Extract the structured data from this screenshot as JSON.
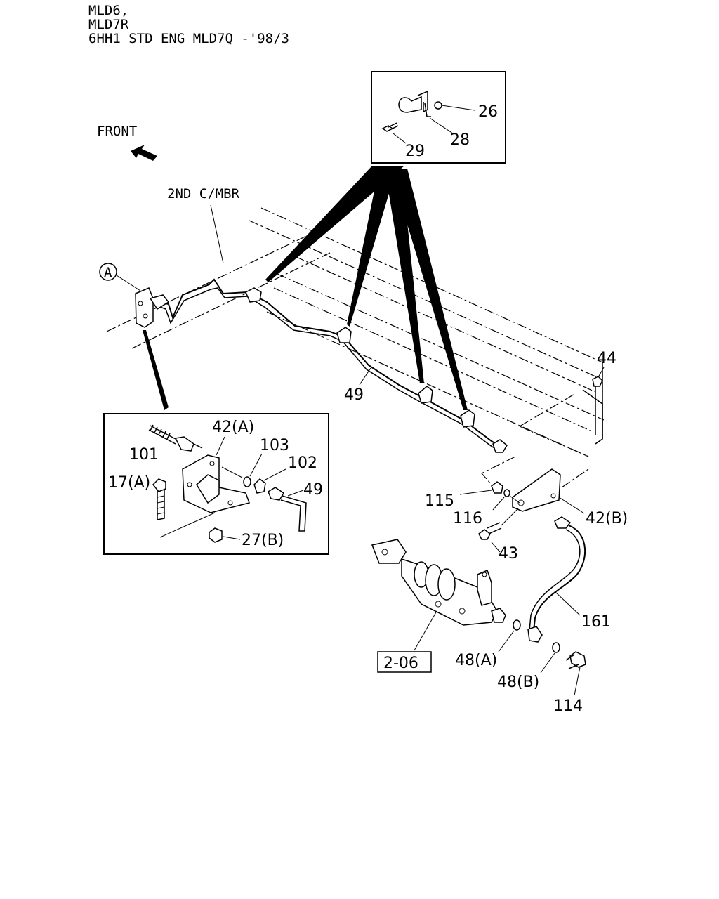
{
  "header": {
    "line1": "MLD6,",
    "line2": "MLD7R",
    "line3": "6HH1 STD ENG MLD7Q -'98/3"
  },
  "direction": {
    "label": "FRONT"
  },
  "member": {
    "label": "2ND C/MBR"
  },
  "ref_marker": {
    "letter": "A"
  },
  "ref_box": {
    "label": "2-06"
  },
  "callouts": {
    "c26": "26",
    "c28": "28",
    "c29": "29",
    "c44": "44",
    "c49_main": "49",
    "c101": "101",
    "c42a": "42(A)",
    "c103": "103",
    "c102": "102",
    "c17a": "17(A)",
    "c49_detail": "49",
    "c27b": "27(B)",
    "c115": "115",
    "c116": "116",
    "c42b": "42(B)",
    "c43": "43",
    "c161": "161",
    "c48a": "48(A)",
    "c48b": "48(B)",
    "c114": "114"
  }
}
